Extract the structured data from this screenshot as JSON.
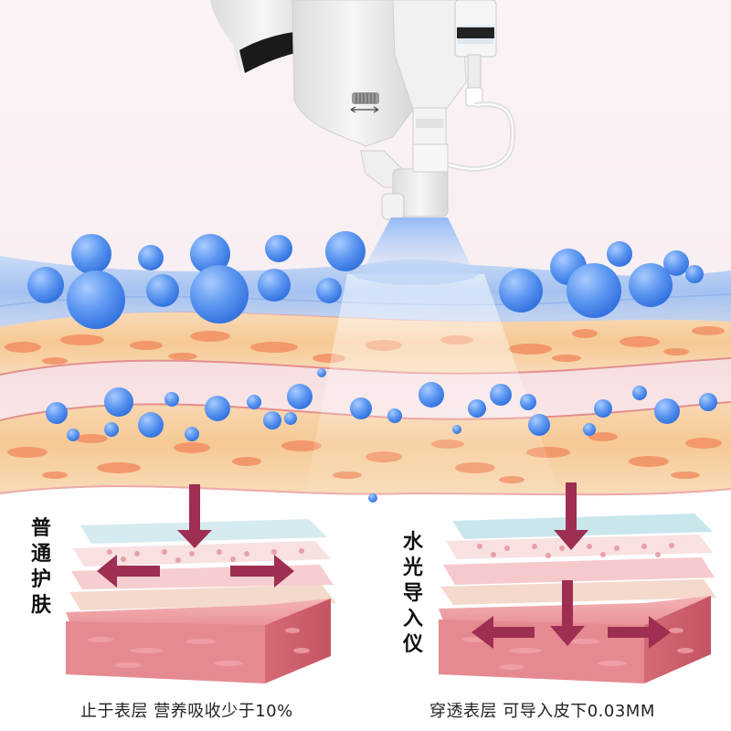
{
  "labels": {
    "left_vertical": "普通护肤",
    "right_vertical": "水光导入仪"
  },
  "captions": {
    "left": "止于表层 营养吸收少于10%",
    "right": "穿透表层  可导入皮下0.03MM"
  },
  "colors": {
    "water_drop": "#4f8ff0",
    "water_band": "#9bbff2",
    "fat_layer": "#f7cfa0",
    "fat_spot": "#f08a5d",
    "skin_red": "#e8828a",
    "arrow": "#9e2f52",
    "device": "#eeeeec",
    "mist": "#a6c7f5"
  },
  "icons": {
    "device": "water-injector-device-illustration",
    "arrow": "thick-arrow-icon"
  }
}
